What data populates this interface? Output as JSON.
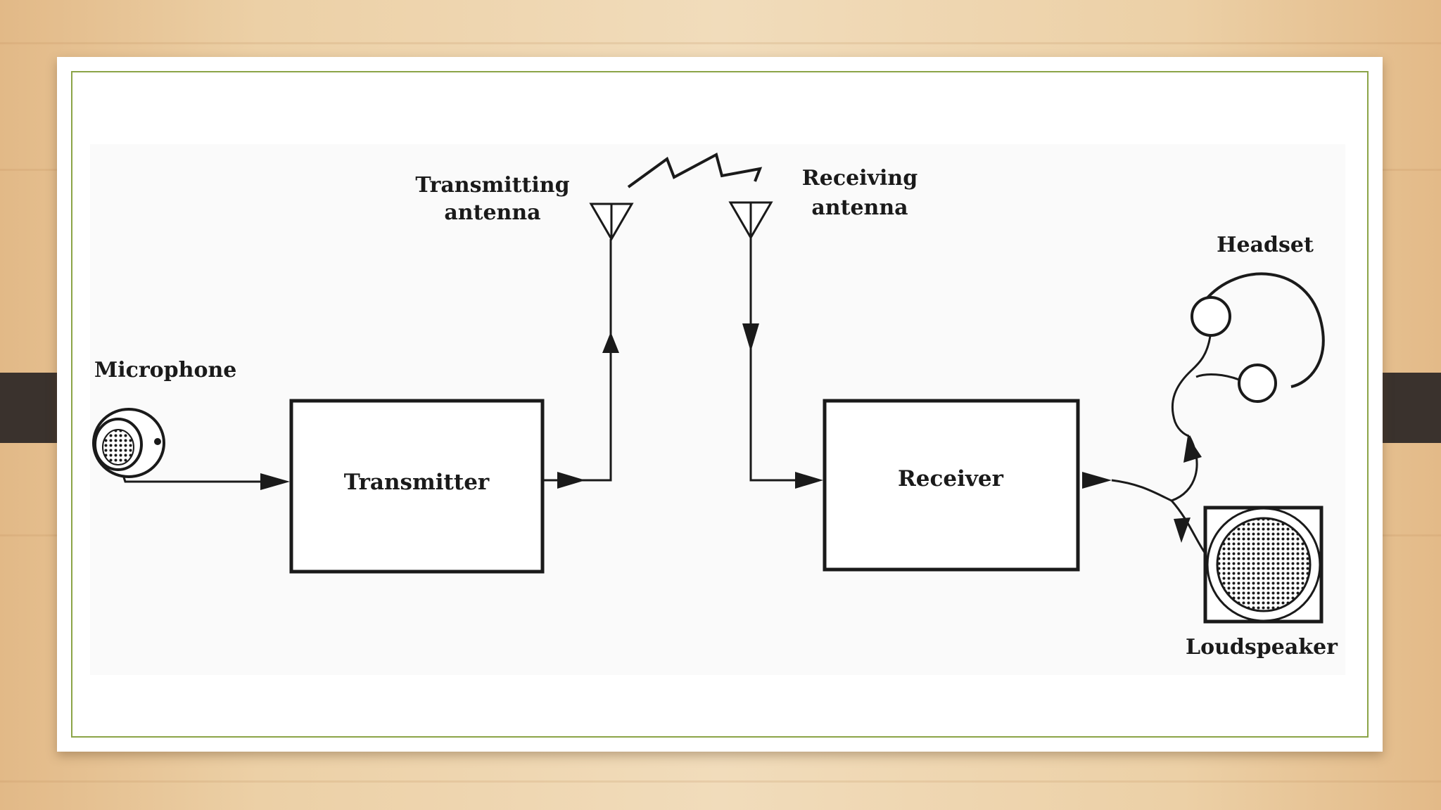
{
  "diagram": {
    "labels": {
      "microphone": "Microphone",
      "transmitter": "Transmitter",
      "transmitting_antenna_line1": "Transmitting",
      "transmitting_antenna_line2": "antenna",
      "receiving_antenna_line1": "Receiving",
      "receiving_antenna_line2": "antenna",
      "receiver": "Receiver",
      "headset": "Headset",
      "loudspeaker": "Loudspeaker"
    }
  },
  "colors": {
    "slide_border": "#8ba447",
    "ink": "#1a1a1a",
    "tab": "#3a322d"
  }
}
